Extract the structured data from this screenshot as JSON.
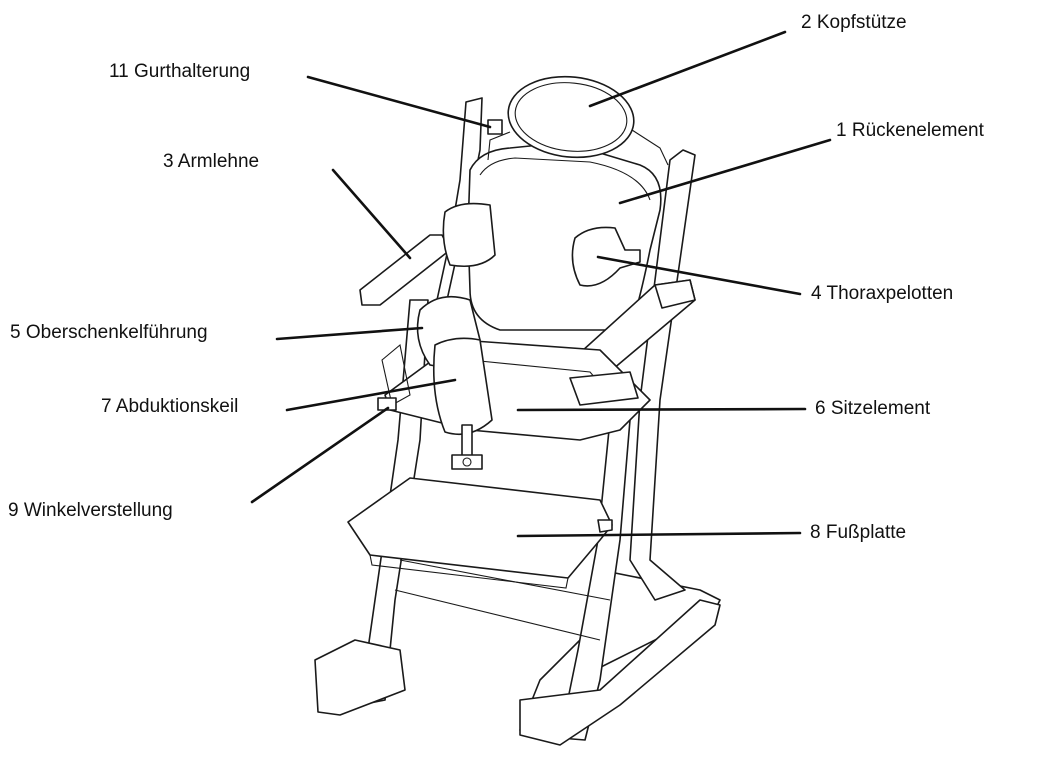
{
  "diagram": {
    "labels": {
      "kopfstuetze": "2 Kopfstütze",
      "gurthalterung": "11 Gurthalterung",
      "rueckenelement": "1 Rückenelement",
      "armlehne": "3 Armlehne",
      "thoraxpelotten": "4 Thoraxpelotten",
      "oberschenkelfuehrung": "5 Oberschenkelführung",
      "abduktionskeil": "7 Abduktionskeil",
      "sitzelement": "6 Sitzelement",
      "winkelverstellung": "9 Winkelverstellung",
      "fussplatte": "8 Fußplatte"
    },
    "colors": {
      "line": "#1a1a1a",
      "background": "#ffffff"
    }
  }
}
